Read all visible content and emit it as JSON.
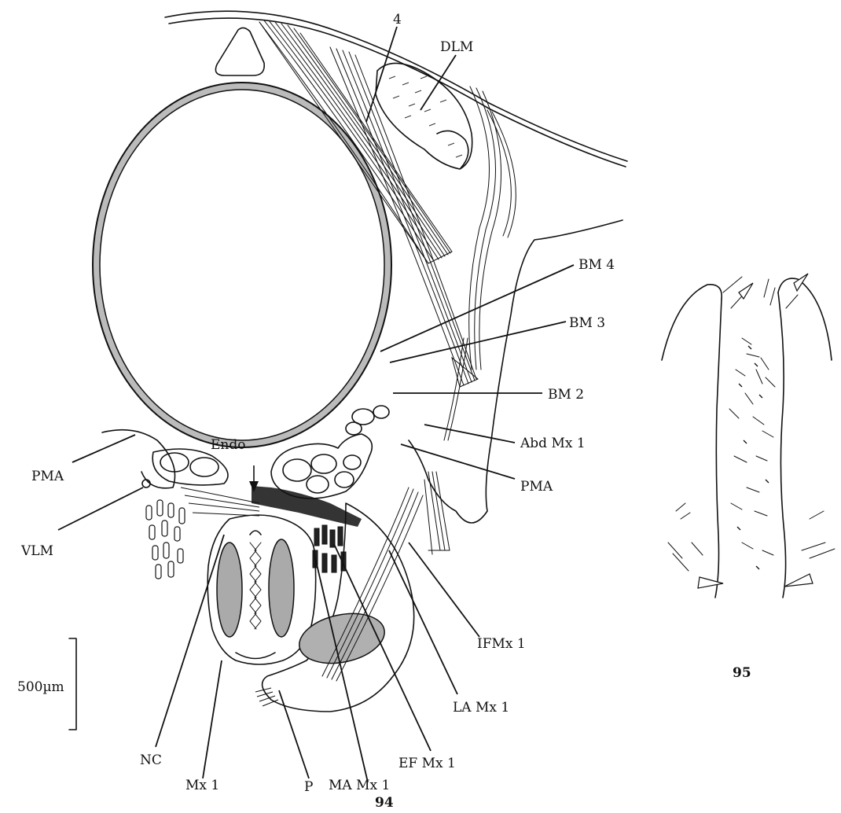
{
  "figure_94": {
    "number": "94",
    "labels": {
      "l4": "4",
      "dlm": "DLM",
      "bm4": "BM 4",
      "bm3": "BM 3",
      "bm2": "BM 2",
      "abd_mx1": "Abd Mx 1",
      "pma_right": "PMA",
      "pma_left": "PMA",
      "endo": "Endo",
      "vlm": "VLM",
      "ifmx1": "IFMx 1",
      "la_mx1": "LA Mx 1",
      "ef_mx1": "EF Mx 1",
      "ma_mx1": "MA Mx 1",
      "p": "P",
      "mx1": "Mx 1",
      "nc": "NC"
    },
    "scale_bar": "500µm"
  },
  "figure_95": {
    "number": "95"
  }
}
